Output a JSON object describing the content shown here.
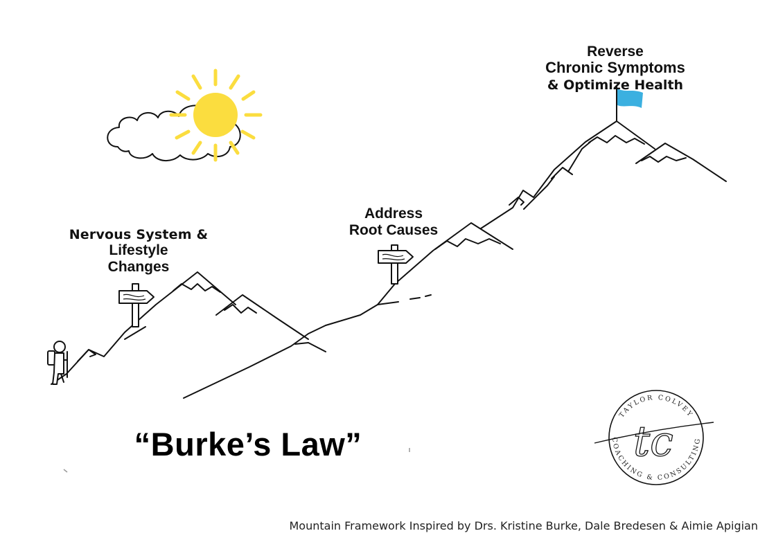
{
  "stages": {
    "stage1": {
      "line1": "Nervous System &",
      "line2": "Lifestyle",
      "line3": "Changes"
    },
    "stage2": {
      "line1": "Address",
      "line2": "Root Causes"
    },
    "stage3": {
      "line1": "Reverse",
      "line2": "Chronic Symptoms",
      "line3": "& Optimize Health"
    }
  },
  "title": "“Burke’s Law”",
  "credit": "Mountain Framework Inspired by Drs. Kristine Burke, Dale Bredesen & Aimie Apigian",
  "logo": {
    "top_text": "TAYLOR COLVEY",
    "bottom_text": "COACHING & CONSULTING",
    "monogram": "tc"
  },
  "colors": {
    "sun": "#FBDD3F",
    "flag": "#3BB0E0",
    "ink": "#111111"
  },
  "icons": [
    "sun-icon",
    "cloud-icon",
    "hiker-icon",
    "signpost-icon",
    "flag-icon"
  ]
}
